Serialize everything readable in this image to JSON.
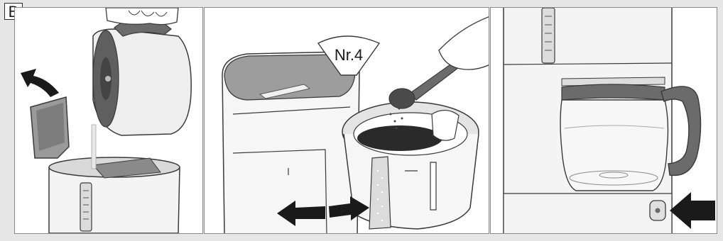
{
  "step": {
    "letter": "B"
  },
  "panels": [
    {
      "id": "fill-water"
    },
    {
      "id": "add-coffee",
      "filter_label": "Nr.4"
    },
    {
      "id": "place-carafe-start"
    }
  ],
  "colors": {
    "panel_bg": "#ffffff",
    "frame_bg": "#e6e6e6",
    "appliance_dark": "#6b6b6b",
    "arrow": "#1a1a1a"
  },
  "icons": [
    "lift-lid-arrow-icon",
    "swing-filter-arrow-icon",
    "press-button-arrow-icon"
  ]
}
